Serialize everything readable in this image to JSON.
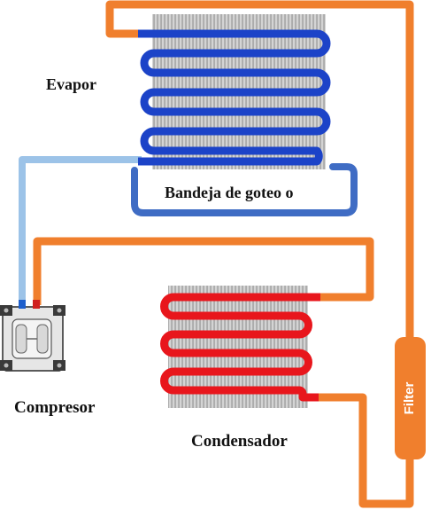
{
  "labels": {
    "evaporator": "Evapor",
    "drip_tray": "Bandeja de goteo o",
    "compressor": "Compresor",
    "condenser": "Condensador",
    "filter": "Filter"
  },
  "colors": {
    "pipe_orange": "#F07F2D",
    "pipe_light_blue": "#9CC3E8",
    "evaporator_coil": "#1C43C8",
    "drip_tray": "#3F6CC4",
    "condenser_coil": "#E8161C",
    "fins": "#A8A8A8",
    "compressor_body": "#E6E6E6"
  },
  "icons": {
    "compressor": "compressor-icon",
    "filter": "filter-drier-icon"
  }
}
